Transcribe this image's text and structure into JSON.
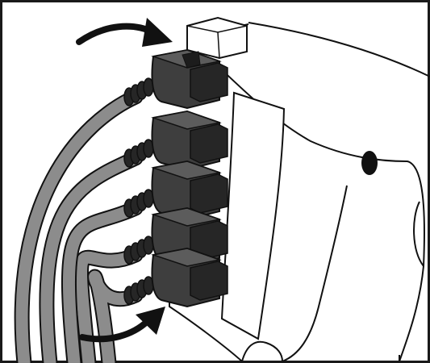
{
  "illustration": {
    "subject": "cable-connectors-installed-on-device-ports",
    "connector_count": 5,
    "arrow_count": 2,
    "colors": {
      "background": "#ffffff",
      "frame": "#1a1a1a",
      "outline": "#111111",
      "cable": "#8c8c8c",
      "cable_shadow": "#6f6f6f",
      "connector_body": "#3e3e3e",
      "connector_dark": "#262626",
      "connector_light": "#5c5c5c",
      "arrow": "#111111"
    }
  }
}
